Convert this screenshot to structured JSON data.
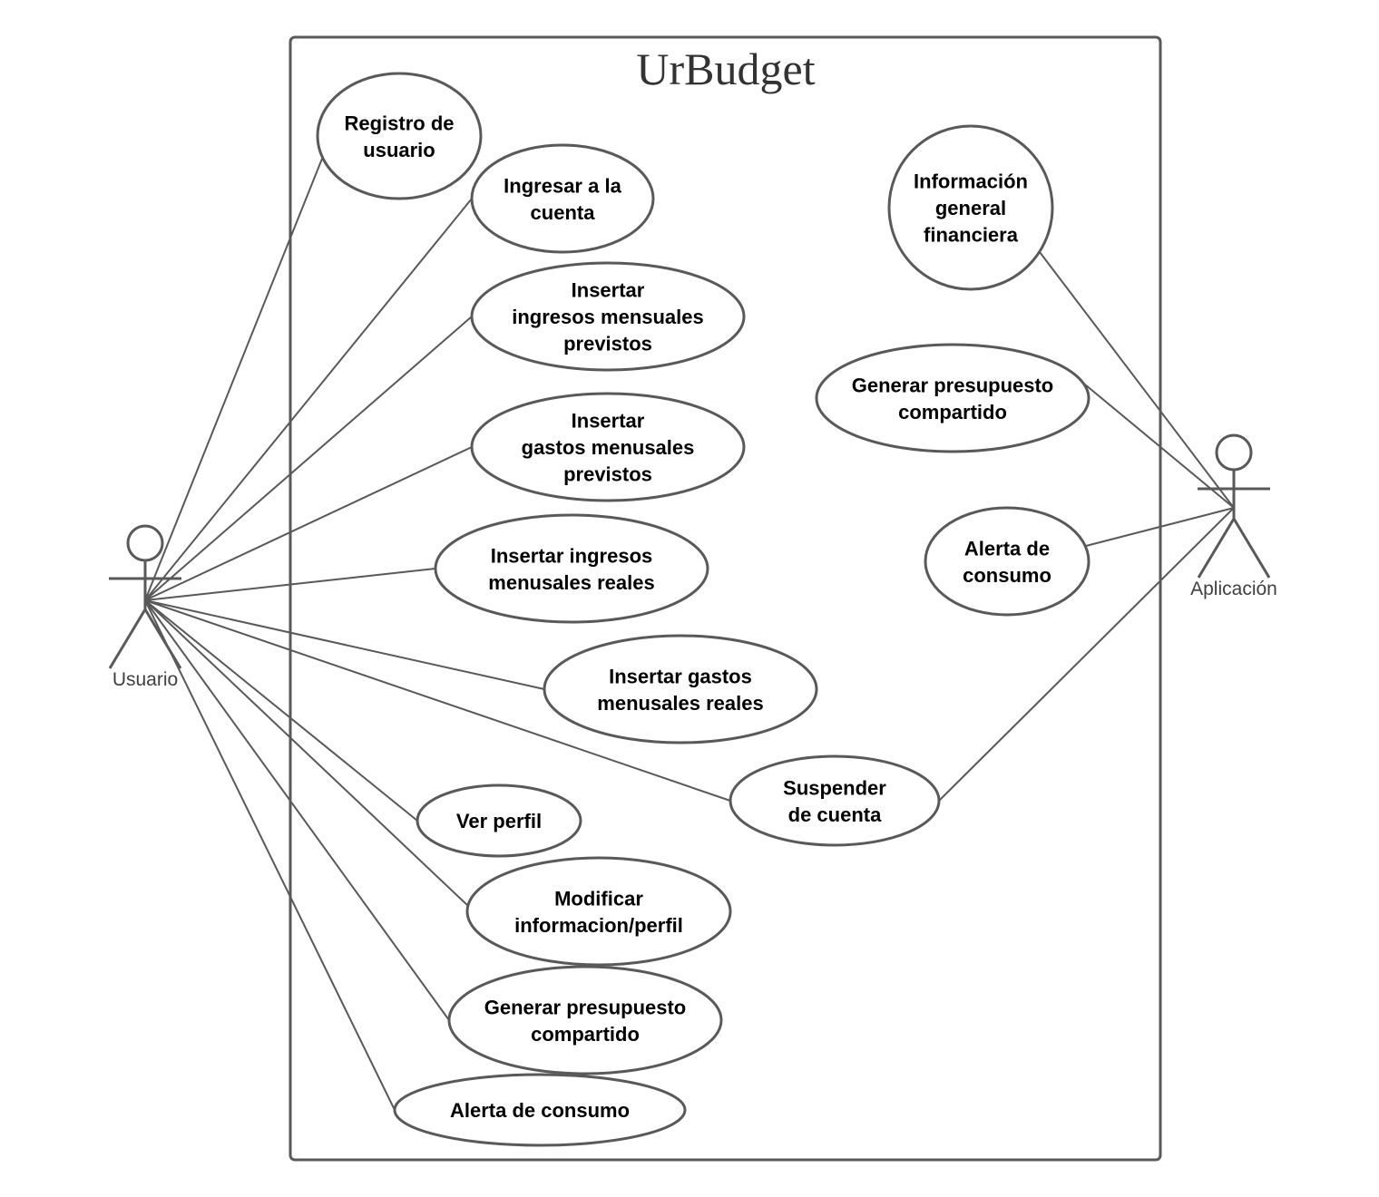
{
  "system": {
    "title": "UrBudget"
  },
  "actors": {
    "usuario": {
      "label": "Usuario"
    },
    "aplicacion": {
      "label": "Aplicación"
    }
  },
  "use_cases": {
    "registro": [
      "Registro de",
      "usuario"
    ],
    "ingresar": [
      "Ingresar a la",
      "cuenta"
    ],
    "ingresos_previstos": [
      "Insertar",
      "ingresos mensuales",
      "previstos"
    ],
    "gastos_previstos": [
      "Insertar",
      "gastos menusales",
      "previstos"
    ],
    "ingresos_reales": [
      "Insertar ingresos",
      "menusales reales"
    ],
    "gastos_reales": [
      "Insertar gastos",
      "menusales reales"
    ],
    "suspender": [
      "Suspender",
      "de cuenta"
    ],
    "ver_perfil": [
      "Ver perfil"
    ],
    "modificar": [
      "Modificar",
      "informacion/perfil"
    ],
    "presupuesto_usuario": [
      "Generar presupuesto",
      "compartido"
    ],
    "alerta_usuario": [
      "Alerta de consumo"
    ],
    "info_financiera": [
      "Información",
      "general",
      "financiera"
    ],
    "presupuesto_app": [
      "Generar presupuesto",
      "compartido"
    ],
    "alerta_app": [
      "Alerta de",
      "consumo"
    ]
  },
  "relationships": [
    {
      "actor": "usuario",
      "use_case": "registro"
    },
    {
      "actor": "usuario",
      "use_case": "ingresar"
    },
    {
      "actor": "usuario",
      "use_case": "ingresos_previstos"
    },
    {
      "actor": "usuario",
      "use_case": "gastos_previstos"
    },
    {
      "actor": "usuario",
      "use_case": "ingresos_reales"
    },
    {
      "actor": "usuario",
      "use_case": "gastos_reales"
    },
    {
      "actor": "usuario",
      "use_case": "suspender"
    },
    {
      "actor": "usuario",
      "use_case": "ver_perfil"
    },
    {
      "actor": "usuario",
      "use_case": "modificar"
    },
    {
      "actor": "usuario",
      "use_case": "presupuesto_usuario"
    },
    {
      "actor": "usuario",
      "use_case": "alerta_usuario"
    },
    {
      "actor": "aplicacion",
      "use_case": "info_financiera"
    },
    {
      "actor": "aplicacion",
      "use_case": "presupuesto_app"
    },
    {
      "actor": "aplicacion",
      "use_case": "alerta_app"
    },
    {
      "actor": "aplicacion",
      "use_case": "suspender"
    }
  ]
}
